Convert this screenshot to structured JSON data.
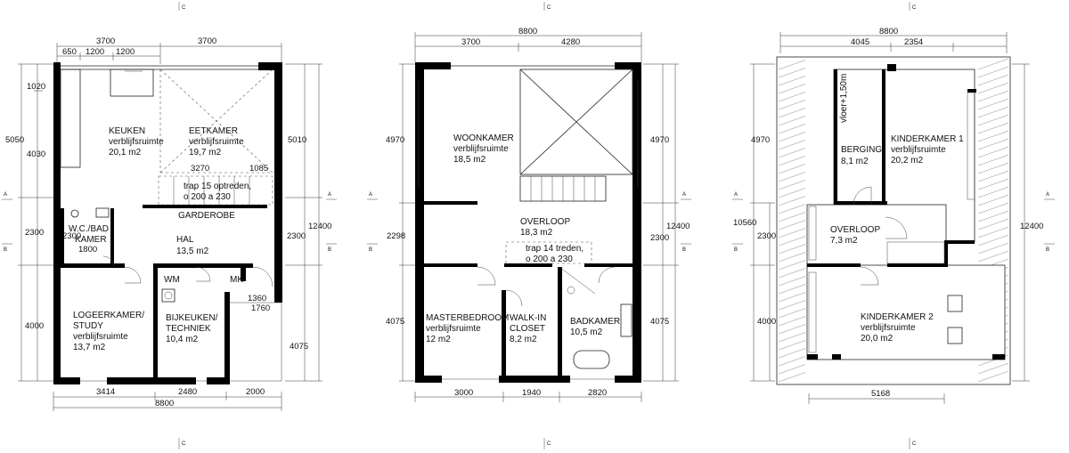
{
  "sections": {
    "a": "A",
    "b": "B",
    "c": "C"
  },
  "ground": {
    "top_dims": [
      "3700",
      "3700"
    ],
    "sub_dims": [
      "650",
      "1200",
      "1200"
    ],
    "left_dims": [
      "1020",
      "5050",
      "4030",
      "2300",
      "4000"
    ],
    "right_dims": [
      "5010",
      "2300",
      "4075"
    ],
    "total_height": "12400",
    "bottom_dims": [
      "3414",
      "2480",
      "2000"
    ],
    "total_width": "8800",
    "inner_dims": [
      "3270",
      "1085",
      "2300",
      "1800",
      "1360",
      "1760"
    ],
    "rooms": {
      "keuken": {
        "name": "KEUKEN",
        "type": "verblijfsruimte",
        "area": "20,1 m2"
      },
      "eetkamer": {
        "name": "EETKAMER",
        "type": "verblijfsruimte",
        "area": "19,7 m2"
      },
      "trap_note": [
        "trap 15 optreden,",
        "o 200 a 230"
      ],
      "garderobe": "GARDEROBE",
      "wc": [
        "W.C./BAD",
        "KAMER"
      ],
      "hal": {
        "name": "HAL",
        "area": "13,5 m2"
      },
      "wm": "WM",
      "mk": "MK",
      "logeerkamer": {
        "name": "LOGEERKAMER/",
        "name2": "STUDY",
        "type": "verblijfsruimte",
        "area": "13,7 m2"
      },
      "bijkeuken": {
        "name": "BIJKEUKEN/",
        "name2": "TECHNIEK",
        "area": "10,4 m2"
      }
    }
  },
  "first": {
    "total_width": "8800",
    "top_dims": [
      "3700",
      "4280"
    ],
    "left_dims": [
      "4970",
      "2298",
      "4075"
    ],
    "right_dims": [
      "4970",
      "12400",
      "2300",
      "4075"
    ],
    "bottom_dims": [
      "3000",
      "1940",
      "2820"
    ],
    "rooms": {
      "woonkamer": {
        "name": "WOONKAMER",
        "type": "verblijfsruimte",
        "area": "18,5 m2"
      },
      "overloop": {
        "name": "OVERLOOP",
        "area": "18,3 m2"
      },
      "trap_note": [
        "trap 14 treden,",
        "o 200 a 230"
      ],
      "master": {
        "name": "MASTERBEDROOM",
        "type": "verblijfsruimte",
        "area": "12 m2"
      },
      "walkin": {
        "name": "WALK-IN",
        "name2": "CLOSET",
        "area": "8,2 m2"
      },
      "badkamer": {
        "name": "BADKAMER",
        "area": "10,5 m2"
      }
    }
  },
  "attic": {
    "total_width": "8800",
    "top_dims": [
      "4045",
      "2354"
    ],
    "left_dims": [
      "4970",
      "10560",
      "2300",
      "4000"
    ],
    "right_dims": [
      "12400"
    ],
    "bottom_dims": [
      "5168"
    ],
    "rooms": {
      "vloer": "vloer+1,50m",
      "berging": {
        "name": "BERGING",
        "area": "8,1 m2"
      },
      "kinder1": {
        "name": "KINDERKAMER 1",
        "type": "verblijfsruimte",
        "area": "20,2 m2"
      },
      "overloop": {
        "name": "OVERLOOP",
        "area": "7,3 m2"
      },
      "kinder2": {
        "name": "KINDERKAMER 2",
        "type": "verblijfsruimte",
        "area": "20,0 m2"
      }
    }
  }
}
